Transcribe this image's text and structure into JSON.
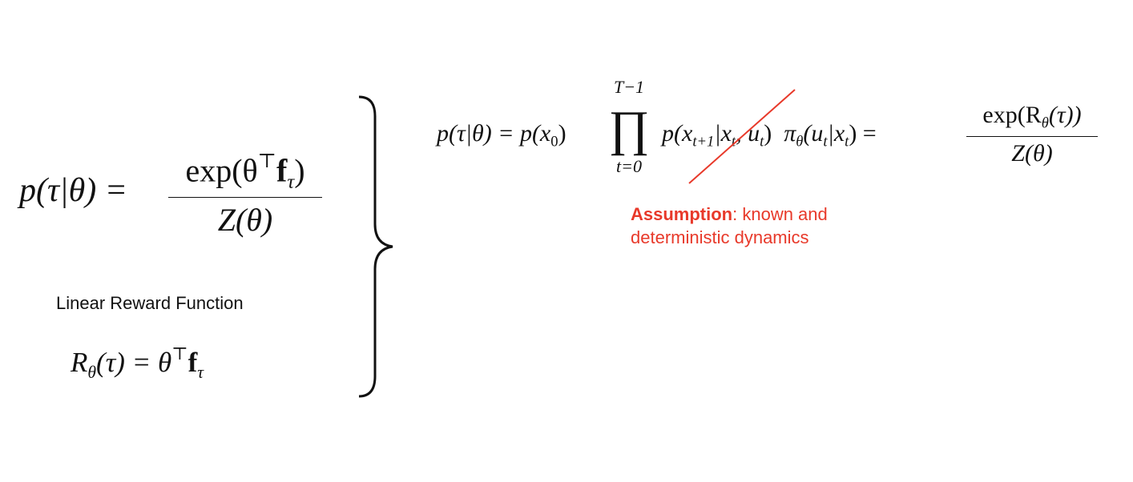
{
  "left_equation": {
    "lhs": "p(τ|θ) =",
    "numerator": "exp(θ",
    "numerator_sup": "⊤",
    "numerator_f": "f",
    "numerator_sub": "τ",
    "numerator_close": ")",
    "denominator": "Z(θ)"
  },
  "reward": {
    "label": "Linear Reward Function",
    "lhs_R": "R",
    "lhs_sub": "θ",
    "lhs_rest": "(τ) = θ",
    "sup": "⊤",
    "f": "f",
    "f_sub": "τ"
  },
  "right_equation": {
    "lhs": "p(τ|θ) = p(x",
    "x0_sub": "0",
    "close1": ")",
    "prod_upper": "T−1",
    "prod_symbol": "∏",
    "prod_lower": "t=0",
    "dyn_p": "p(x",
    "dyn_sub1": "t+1",
    "dyn_mid": "|x",
    "dyn_sub2": "t",
    "dyn_comma": ", u",
    "dyn_sub3": "t",
    "dyn_close": ")",
    "pi": "π",
    "pi_sub": "θ",
    "pi_open": "(u",
    "pi_sub2": "t",
    "pi_mid": "|x",
    "pi_sub3": "t",
    "pi_close": ") =",
    "numerator_a": "exp(R",
    "numerator_sub": "θ",
    "numerator_b": "(τ))",
    "denominator": "Z(θ)"
  },
  "annotation": {
    "bold": "Assumption",
    "rest_line1": ": known and",
    "line2": "deterministic dynamics",
    "color": "#e8392a"
  }
}
